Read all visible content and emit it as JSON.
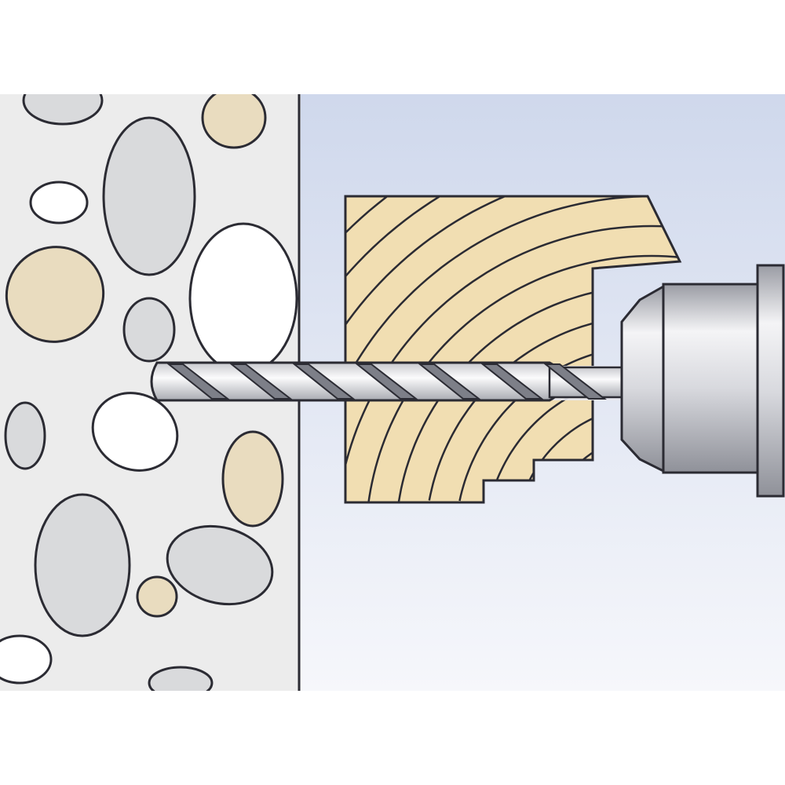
{
  "colors": {
    "background": "#ffffff",
    "wall": "#ececec",
    "stone_grey": "#d9dadc",
    "stone_light": "#f2f2f2",
    "stone_white": "#ffffff",
    "stone_tan": "#e9dcbf",
    "air_top": "#cfd8ec",
    "air_bottom": "#f6f7fb",
    "wood": "#f1deb2",
    "outline": "#2b2b33",
    "metal_light": "#f4f4f6",
    "metal_dark": "#9a9ca4"
  },
  "icons": [
    "concrete-wall",
    "wooden-batten",
    "drill-bit",
    "drill-chuck"
  ]
}
